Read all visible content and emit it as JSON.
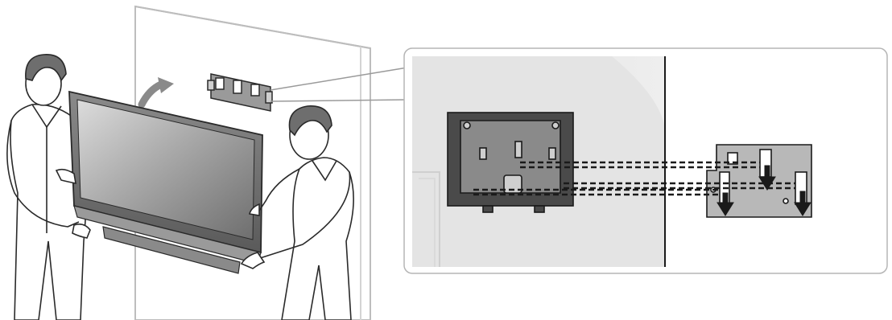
{
  "illustration": {
    "kind": "tv-wall-mount-installation",
    "installers": [
      "installer-left",
      "installer-right"
    ],
    "steps": [
      "lift-tv",
      "hang-tv-on-wall-bracket"
    ],
    "detail_callout": {
      "shows": [
        "tv-back-hanger",
        "wall-bracket-hooks"
      ],
      "connector_style": "dashed-lines",
      "hook_arrows": 3
    }
  },
  "colors": {
    "outline": "#2a2a2a",
    "wall_edge": "#bdbdbd",
    "screen_dark": "#6e6e6e",
    "screen_light": "#dcdcdc",
    "detail_bg": "#e6e6e6",
    "hanger_dark": "#4a4a4a",
    "bracket_gray": "#b8b8b8"
  }
}
